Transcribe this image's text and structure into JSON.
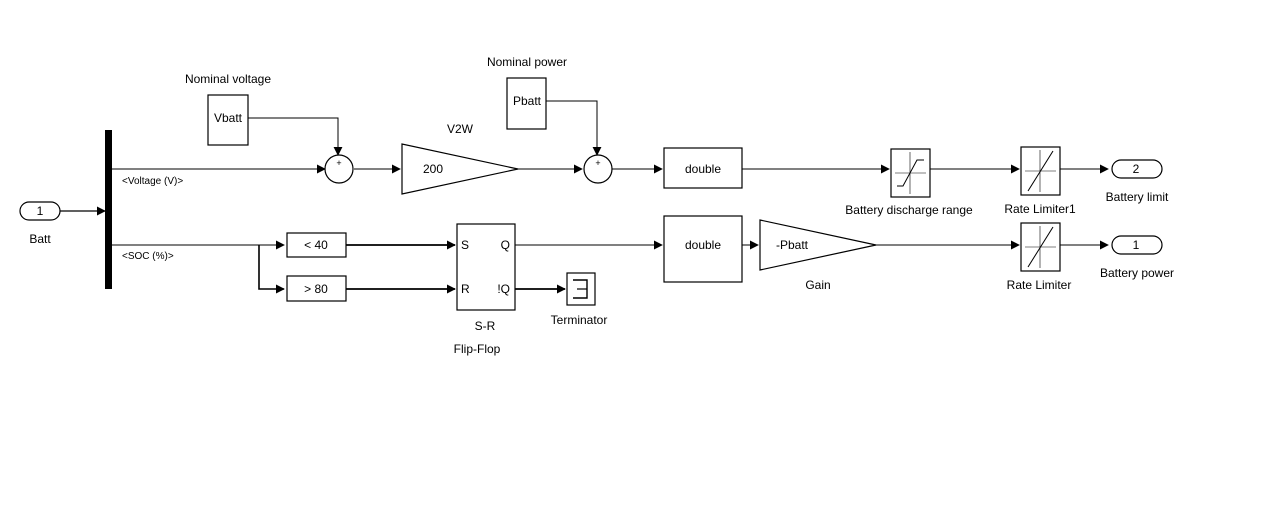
{
  "inports": {
    "batt": {
      "number": "1",
      "name": "Batt"
    }
  },
  "outports": {
    "battery_limit": {
      "number": "2",
      "name": "Battery limit"
    },
    "battery_power": {
      "number": "1",
      "name": "Battery power"
    }
  },
  "signals": {
    "voltage": "<Voltage (V)>",
    "soc": "<SOC (%)>"
  },
  "blocks": {
    "nominal_voltage": {
      "name": "Nominal voltage",
      "value": "Vbatt"
    },
    "nominal_power": {
      "name": "Nominal power",
      "value": "Pbatt"
    },
    "v2w": {
      "name": "V2W",
      "value": "200"
    },
    "convert_top": {
      "value": "double"
    },
    "convert_bottom": {
      "value": "double"
    },
    "discharge_range": {
      "name": "Battery discharge range"
    },
    "rate_limiter1": {
      "name": "Rate Limiter1"
    },
    "rate_limiter": {
      "name": "Rate Limiter"
    },
    "compare_low": {
      "value": "< 40"
    },
    "compare_high": {
      "value": "> 80"
    },
    "flipflop": {
      "name_line1": "S-R",
      "name_line2": "Flip-Flop",
      "port_s": "S",
      "port_r": "R",
      "port_q": "Q",
      "port_nq": "!Q"
    },
    "terminator": {
      "name": "Terminator"
    },
    "gain": {
      "name": "Gain",
      "value": "-Pbatt"
    },
    "sum_top": {
      "sign": "+"
    },
    "sum_power": {
      "sign": "+"
    }
  }
}
